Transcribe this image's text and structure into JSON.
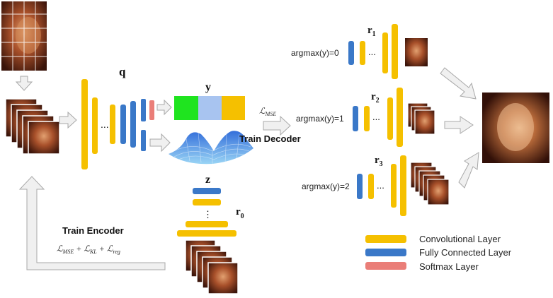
{
  "colors": {
    "conv": "#f5c000",
    "fc": "#3a78c8",
    "softmax": "#ea7e78",
    "green": "#1fe41f",
    "lavender": "#a8c4f0",
    "arrow": "#f0f0f0",
    "arrow_stroke": "#a8a8a8"
  },
  "labels": {
    "q": "q",
    "y": "y",
    "z": "z",
    "r0_main": "r",
    "r0_sub": "0",
    "r1_main": "r",
    "r1_sub": "1",
    "r2_main": "r",
    "r2_sub": "2",
    "r3_main": "r",
    "r3_sub": "3",
    "argmax0": "argmax(y)=0",
    "argmax1": "argmax(y)=1",
    "argmax2": "argmax(y)=2",
    "train_decoder": "Train Decoder",
    "train_encoder": "Train Encoder",
    "loss_mse_main": "ℒ",
    "loss_mse_sub": "MSE",
    "loss_total": [
      {
        "main": "ℒ",
        "sub": "MSE"
      },
      {
        "main": " + ℒ",
        "sub": "KL"
      },
      {
        "main": " + ℒ",
        "sub": "reg"
      }
    ],
    "ellipsis": "...",
    "vdots": "⋮"
  },
  "legend": [
    {
      "label": "Convolutional Layer",
      "color_key": "conv"
    },
    {
      "label": "Fully Connected Layer",
      "color_key": "fc"
    },
    {
      "label": "Softmax Layer",
      "color_key": "softmax"
    }
  ]
}
